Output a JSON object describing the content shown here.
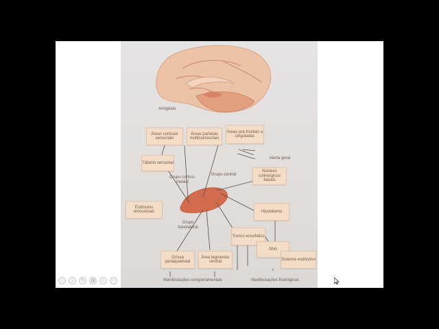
{
  "figure": {
    "amygdala_label": "Amígdala",
    "boxes": {
      "areas_corticais": "Áreas corticais sensoriais",
      "areas_parietais": "Áreas parietais multissensoriais",
      "areas_prefrontais": "Áreas pré-frontais e cinguladas",
      "talamo": "Tálamo sensorial",
      "estimulos": "Estímulos emocionais",
      "nucleos": "Núcleos colinérgicos basais",
      "hipotalamo": "Hipotálamo",
      "tronco": "Tronco encefálico",
      "sna": "SNA",
      "sistema_endocrino": "Sistema endócrino",
      "grisea": "Grísea periaquedutal",
      "area_tegmentar": "Área tegmentar ventral"
    },
    "labels": {
      "grupo_corticomedial": "Grupo cortico-medial",
      "grupo_central": "Grupo central",
      "grupo_basolateral": "Grupo basolateral",
      "alerta_geral": "Alerta geral",
      "manifestacoes_comportamentais": "Manifestações comportamentais",
      "manifestacoes_fisiologicas": "Manifestações fisiológicas"
    }
  },
  "colors": {
    "box_fill": "#f3dcc8",
    "brain": "#e9b89a",
    "amygdala": "#d9836a",
    "line": "#5a4a48"
  },
  "controls": [
    "previous-icon",
    "next-icon",
    "edit-icon",
    "gallery-icon",
    "zoom-icon",
    "more-icon"
  ]
}
